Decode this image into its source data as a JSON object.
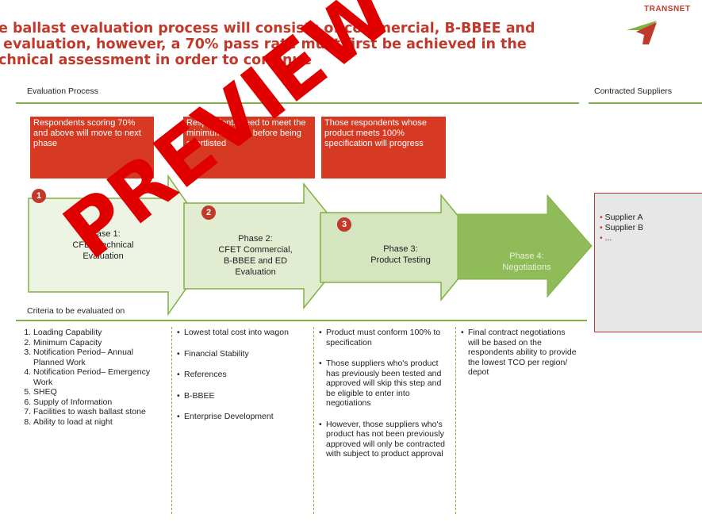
{
  "header": {
    "title": "e ballast evaluation process will consists of commercial, B-BBEE and\n evaluation, however, a 70% pass rate must first be achieved in the\nchnical assessment in order to continue",
    "logo_text": "TRANSNET"
  },
  "sections": {
    "evaluation_process": "Evaluation Process",
    "contracted_suppliers": "Contracted Suppliers",
    "criteria": "Criteria to be evaluated on"
  },
  "callouts": [
    "Respondents scoring 70% and above will move to next phase",
    "Respondents need to meet the minimum criteria before being shortlisted",
    "Those respondents whose product meets 100% specification will progress"
  ],
  "phases": [
    {
      "number": "1",
      "label": "Phase 1:\nCFET Technical\nEvaluation"
    },
    {
      "number": "2",
      "label": "Phase 2:\nCFET Commercial,\nB-BBEE and ED\nEvaluation"
    },
    {
      "number": "3",
      "label": "Phase 3:\nProduct Testing"
    },
    {
      "number": "",
      "label": "Phase 4:\nNegotiations"
    }
  ],
  "criteria_columns": {
    "col1": [
      "Loading Capability",
      "Minimum Capacity",
      "Notification Period– Annual Planned Work",
      "Notification Period– Emergency Work",
      "SHEQ",
      "Supply of Information",
      "Facilities to wash ballast stone",
      "Ability to load at night"
    ],
    "col2": [
      "Lowest total cost into wagon",
      "Financial Stability",
      "References",
      "B-BBEE",
      "Enterprise Development"
    ],
    "col3": [
      "Product must conform 100% to specification",
      "Those suppliers who's product has previously been tested and approved will skip this step and be eligible to enter into negotiations",
      "However, those suppliers who's product has not been previously approved will only be contracted with subject to product approval"
    ],
    "col4": [
      "Final contract negotiations will be based on the respondents ability to provide the lowest TCO per region/ depot"
    ]
  },
  "suppliers": [
    "Supplier A",
    "Supplier B",
    "..."
  ],
  "watermark": "PREVIEW COPY",
  "colors": {
    "accent_red": "#c0392b",
    "callout_red": "#d63a23",
    "green": "#7fb241",
    "arrow_light": "#eef4e4",
    "arrow_mid": "#d8e6c3",
    "arrow_dark": "#8fbb58"
  }
}
